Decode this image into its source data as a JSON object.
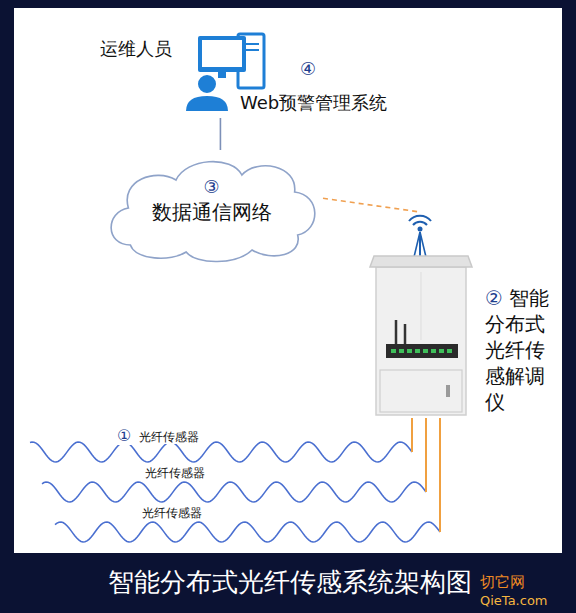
{
  "diagram": {
    "caption": "智能分布式光纤传感系统架构图",
    "nodes": [
      {
        "text": [
          "运维人员",
          "④",
          "Web预警管理系统"
        ]
      },
      {
        "text": [
          "③",
          "数据通信网络"
        ]
      },
      {
        "text": [
          "②",
          "智能分布式光纤传感解调仪"
        ]
      },
      {
        "text": [
          "①",
          "光纤传感器"
        ]
      },
      {
        "text": [
          "光纤传感器"
        ]
      },
      {
        "text": [
          "光纤传感器"
        ]
      }
    ],
    "edges": [
      {
        "from": 0,
        "to": 1,
        "arrow": "none"
      },
      {
        "from": 1,
        "to": 2,
        "arrow": "none"
      },
      {
        "from": 3,
        "to": 2,
        "arrow": "none"
      },
      {
        "from": 4,
        "to": 2,
        "arrow": "none"
      },
      {
        "from": 5,
        "to": 2,
        "arrow": "none"
      }
    ],
    "labels": [
      "切它网",
      "QieTa.com"
    ]
  }
}
